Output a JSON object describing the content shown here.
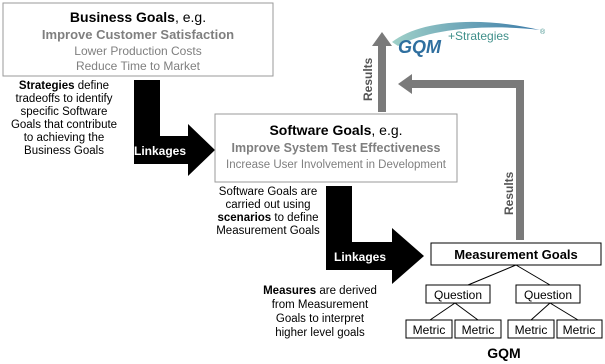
{
  "business_box": {
    "title_bold": "Business Goals",
    "title_rest": ", e.g.",
    "line1": "Improve Customer Satisfaction",
    "line2": "Lower Production Costs",
    "line3": "Reduce Time to Market"
  },
  "software_box": {
    "title_bold": "Software Goals",
    "title_rest": ", e.g.",
    "line1": "Improve System Test Effectiveness",
    "line2": "Increase User Involvement in Development"
  },
  "measurement_box": {
    "title": "Measurement Goals"
  },
  "questions": [
    "Question",
    "Question"
  ],
  "metrics": [
    "Metric",
    "Metric",
    "Metric",
    "Metric"
  ],
  "gqm_caption": "GQM",
  "logo": {
    "main": "GQM",
    "super": "+Strategies",
    "reg": "®"
  },
  "strategies_note": {
    "bold": "Strategies",
    "l1_rest": " define",
    "l2": "tradeoffs to identify",
    "l3": "specific Software",
    "l4": "Goals that contribute",
    "l5": "to achieving the",
    "l6": "Business Goals"
  },
  "scenarios_note": {
    "l1": "Software Goals are",
    "l2": "carried out using",
    "bold": "scenarios",
    "l3_rest": " to define",
    "l4": "Measurement Goals"
  },
  "measures_note": {
    "bold": "Measures",
    "l1_rest": " are derived",
    "l2": "from Measurement",
    "l3": "Goals to interpret",
    "l4": "higher level goals"
  },
  "linkages_labels": [
    "Linkages",
    "Linkages"
  ],
  "results_labels": [
    "Results",
    "Results"
  ],
  "colors": {
    "box_border": "#9a9a9a",
    "gray_text": "#7f7f7f",
    "result_arrow": "#7a7a7a",
    "logo_blue": "#2f6f9f",
    "logo_teal": "#3f8f8a"
  }
}
